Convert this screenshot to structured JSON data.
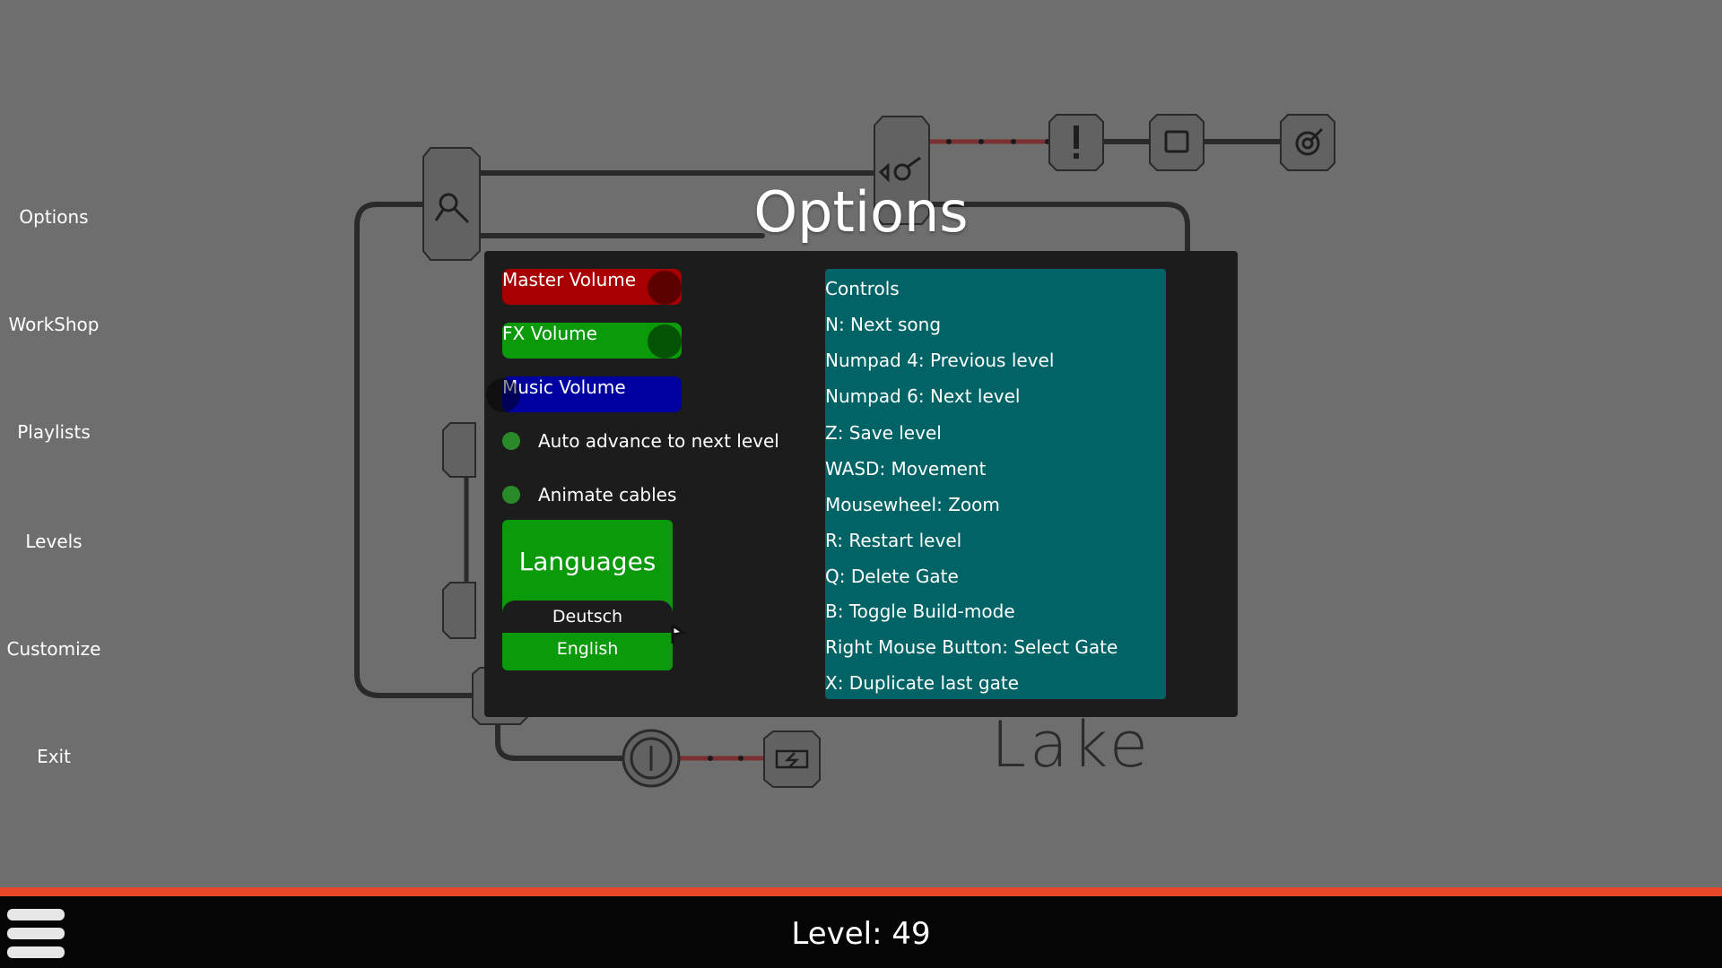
{
  "menu": {
    "items": [
      "Options",
      "WorkShop",
      "Playlists",
      "Levels",
      "Customize",
      "Exit"
    ]
  },
  "board": {
    "level_name": "Lake"
  },
  "options": {
    "title": "Options",
    "sliders": [
      {
        "label": "Master Volume",
        "color": "#a80000",
        "value": 1.0
      },
      {
        "label": "FX Volume",
        "color": "#0a9a0a",
        "value": 1.0
      },
      {
        "label": "Music Volume",
        "color": "#0000a0",
        "value": 0.0
      }
    ],
    "toggles": [
      {
        "label": "Auto advance to next level",
        "on": true
      },
      {
        "label": "Animate cables",
        "on": true
      }
    ],
    "languages": {
      "title": "Languages",
      "options": [
        "Deutsch",
        "English"
      ],
      "selected": "English"
    },
    "controls": {
      "title": "Controls",
      "items": [
        "N: Next song",
        "Numpad 4: Previous level",
        "Numpad 6: Next level",
        "Z: Save level",
        "WASD: Movement",
        "Mousewheel: Zoom",
        "R: Restart level",
        "Q: Delete Gate",
        "B: Toggle Build-mode",
        "Right Mouse Button: Select Gate",
        "X: Duplicate last gate"
      ]
    }
  },
  "footer": {
    "level_text": "Level: 49"
  },
  "colors": {
    "accent_stripe": "#e8472a",
    "controls_bg": "#006466",
    "panel_bg": "#1c1c1c",
    "backdrop": "#6e6e6e"
  }
}
